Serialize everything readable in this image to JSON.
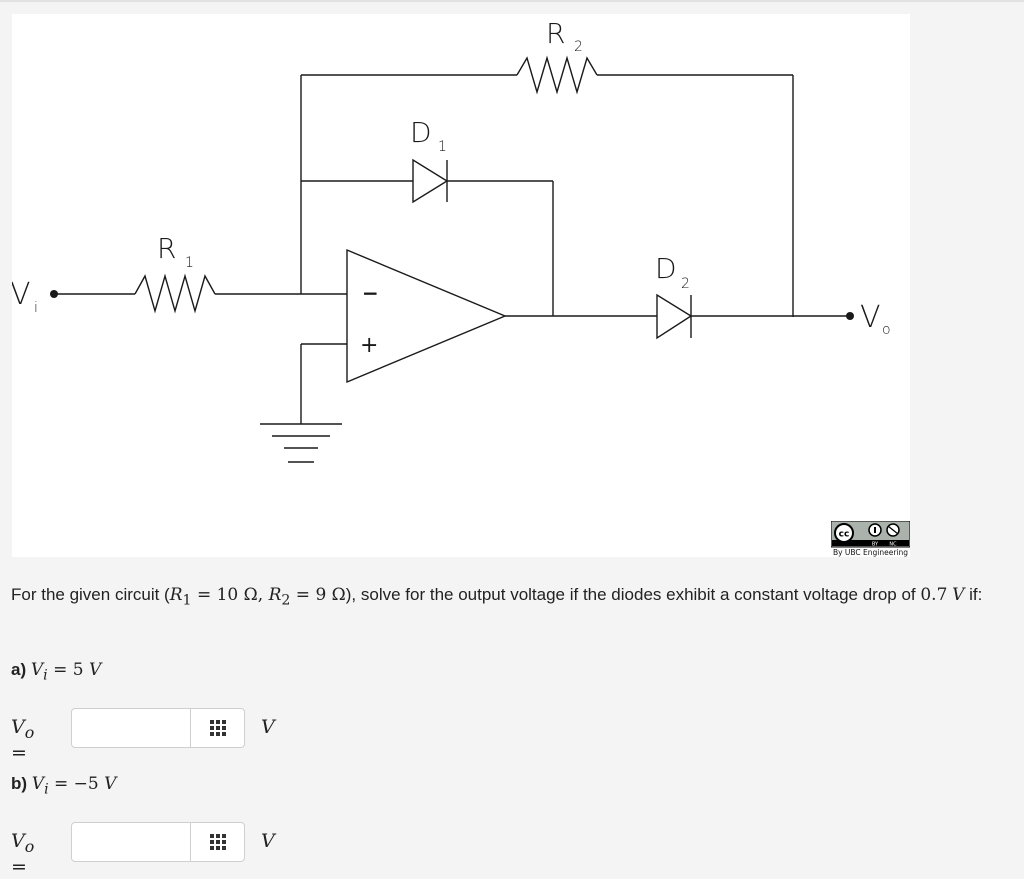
{
  "figure": {
    "label_r1": "R",
    "sub_r1": "1",
    "label_r2": "R",
    "sub_r2": "2",
    "label_d1": "D",
    "sub_d1": "1",
    "label_d2": "D",
    "sub_d2": "2",
    "label_vi": "V",
    "sub_vi": "i",
    "label_vo": "V",
    "sub_vo": "o",
    "opamp_minus": "−",
    "opamp_plus": "+",
    "license": {
      "cc": "cc",
      "by": "BY",
      "nc": "NC",
      "credit": "By UBC Engineering"
    }
  },
  "question": {
    "intro": "For the given circuit (",
    "r1_sym": "R",
    "r1_sub": "1",
    "r1_val": " = 10 Ω, ",
    "r2_sym": "R",
    "r2_sub": "2",
    "r2_val": " = 9 Ω",
    "rest": "), solve for the output voltage if the diodes exhibit a constant voltage drop of ",
    "drop_val": "0.7",
    "drop_unit": "V",
    "tail": " if:"
  },
  "parts": [
    {
      "label": "a)",
      "vi_sym": "V",
      "vi_sub": "i",
      "eq": " = 5 ",
      "eq_unit": "V",
      "vo_sym": "V",
      "vo_sub": "o",
      "vo_eq": " =",
      "answer_value": "",
      "answer_placeholder": "",
      "unit": "V"
    },
    {
      "label": "b)",
      "vi_sym": "V",
      "vi_sub": "i",
      "eq": " = −5 ",
      "eq_unit": "V",
      "vo_sym": "V",
      "vo_sub": "o",
      "vo_eq": " =",
      "answer_value": "",
      "answer_placeholder": "",
      "unit": "V"
    }
  ]
}
